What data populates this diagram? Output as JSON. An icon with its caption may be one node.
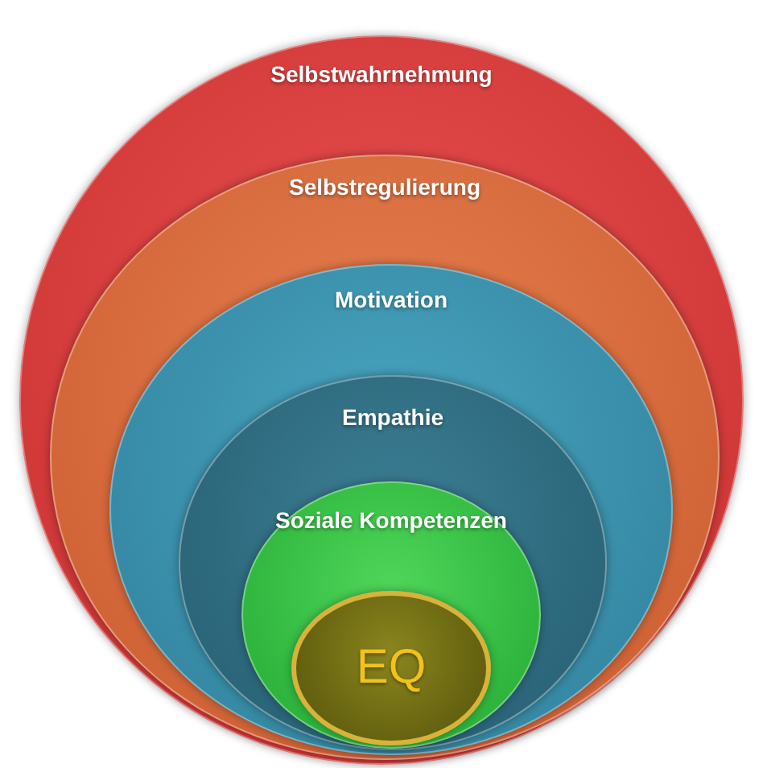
{
  "diagram": {
    "nodes": [
      {
        "text": [
          "Selbstwahrnehmung"
        ]
      },
      {
        "text": [
          "Selbstregulierung"
        ],
        "in": 0
      },
      {
        "text": [
          "Motivation"
        ],
        "in": 1
      },
      {
        "text": [
          "Empathie"
        ],
        "in": 2
      },
      {
        "text": [
          "Soziale Kompetenzen"
        ],
        "in": 3
      },
      {
        "text": [
          "EQ"
        ],
        "in": 4
      }
    ]
  }
}
